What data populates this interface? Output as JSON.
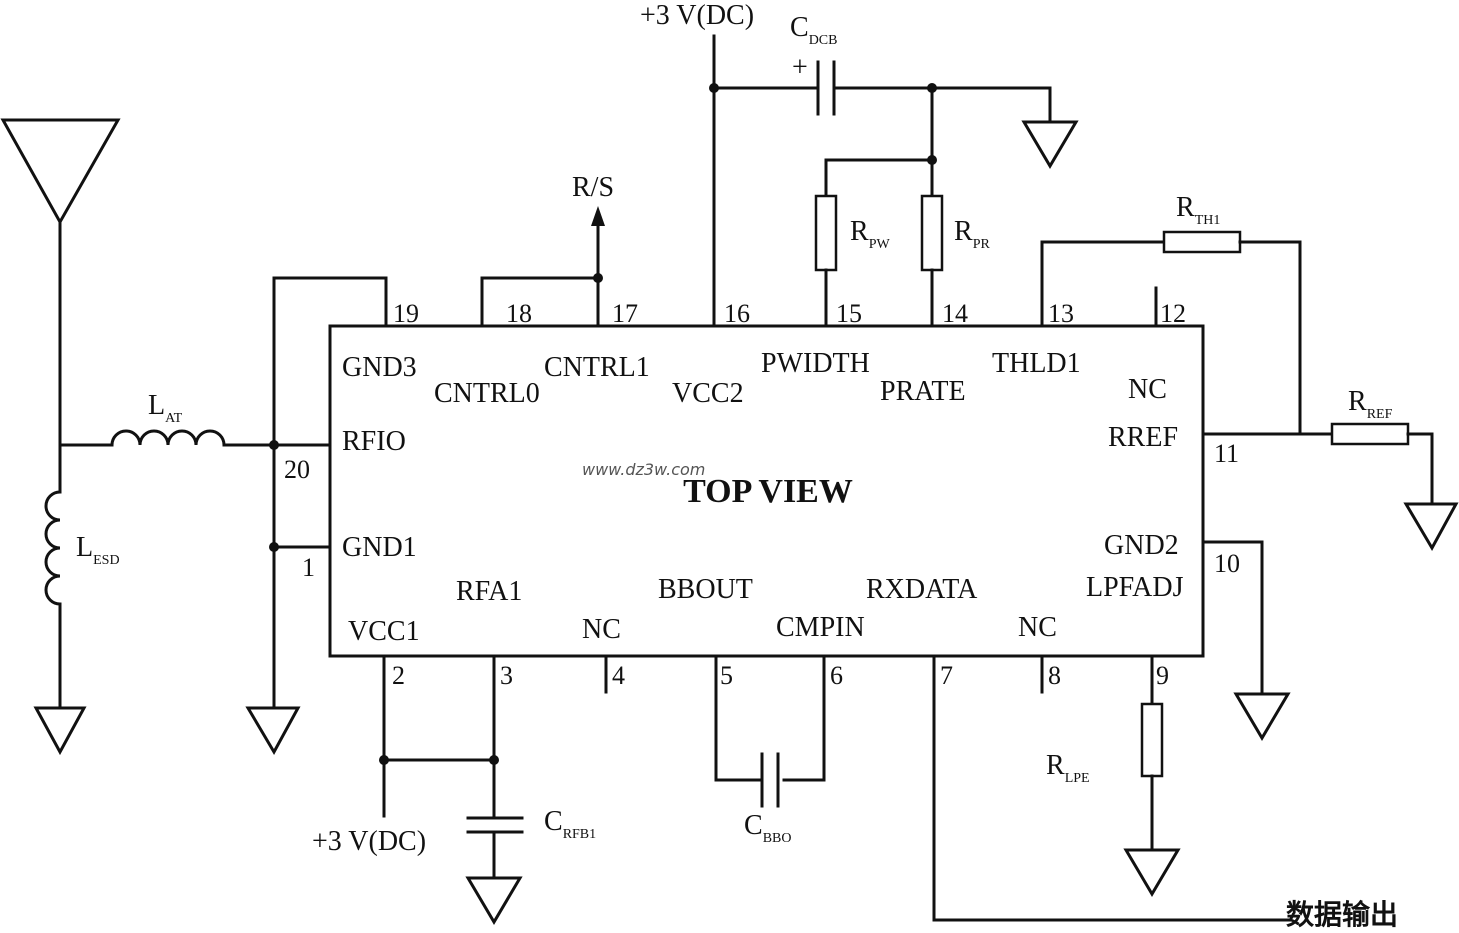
{
  "chip": {
    "title": "TOP VIEW",
    "pins": {
      "p1": {
        "num": "1",
        "name": "GND1"
      },
      "p2": {
        "num": "2",
        "name": "VCC1"
      },
      "p3": {
        "num": "3",
        "name": "RFA1"
      },
      "p4": {
        "num": "4",
        "name": "NC"
      },
      "p5": {
        "num": "5",
        "name": "BBOUT"
      },
      "p6": {
        "num": "6",
        "name": "CMPIN"
      },
      "p7": {
        "num": "7",
        "name": "RXDATA"
      },
      "p8": {
        "num": "8",
        "name": "NC"
      },
      "p9": {
        "num": "9",
        "name": "LPFADJ"
      },
      "p10": {
        "num": "10",
        "name": "GND2"
      },
      "p11": {
        "num": "11",
        "name": "RREF"
      },
      "p12": {
        "num": "12",
        "name": "NC"
      },
      "p13": {
        "num": "13",
        "name": "THLD1"
      },
      "p14": {
        "num": "14",
        "name": "PRATE"
      },
      "p15": {
        "num": "15",
        "name": "PWIDTH"
      },
      "p16": {
        "num": "16",
        "name": "VCC2"
      },
      "p17": {
        "num": "17",
        "name": "CNTRL1"
      },
      "p18": {
        "num": "18",
        "name": "CNTRL0"
      },
      "p19": {
        "num": "19",
        "name": "GND3"
      },
      "p20": {
        "num": "20",
        "name": "RFIO"
      }
    }
  },
  "components": {
    "l_at": {
      "main": "L",
      "sub": "AT"
    },
    "l_esd": {
      "main": "L",
      "sub": "ESD"
    },
    "c_dcb": {
      "main": "C",
      "sub": "DCB",
      "polarity": "+"
    },
    "r_pw": {
      "main": "R",
      "sub": "PW"
    },
    "r_pr": {
      "main": "R",
      "sub": "PR"
    },
    "r_th1": {
      "main": "R",
      "sub": "TH1"
    },
    "r_ref": {
      "main": "R",
      "sub": "REF"
    },
    "r_lpe": {
      "main": "R",
      "sub": "LPE"
    },
    "c_rfb1": {
      "main": "C",
      "sub": "RFB1"
    },
    "c_bbo": {
      "main": "C",
      "sub": "BBO"
    }
  },
  "labels": {
    "supply_top": "+3 V(DC)",
    "supply_bottom": "+3 V(DC)",
    "rs": "R/S",
    "data_out": "数据输出",
    "watermark": "www.dz3w.com"
  }
}
